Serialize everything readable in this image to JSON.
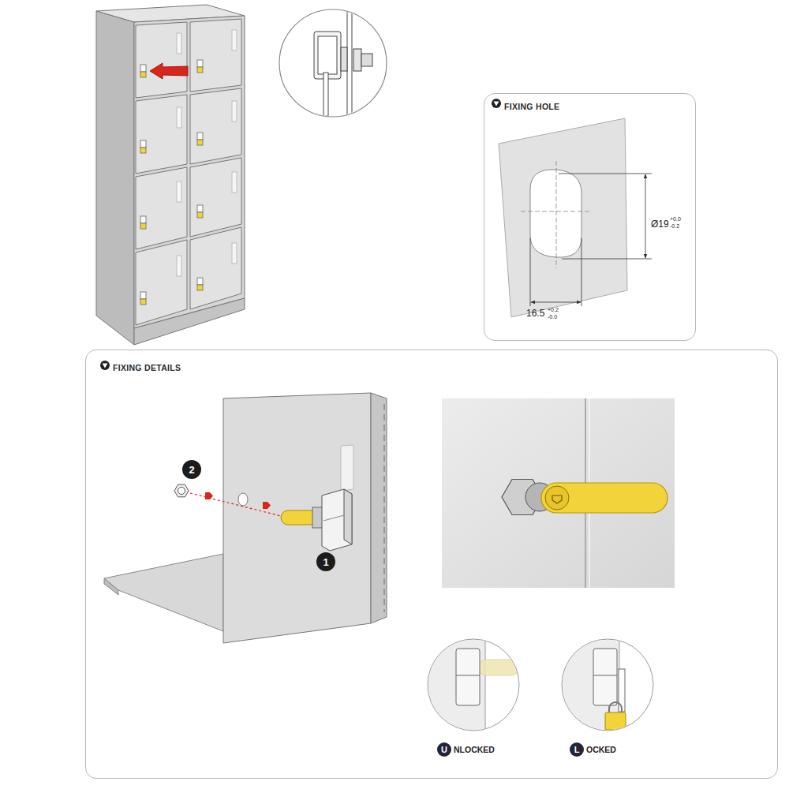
{
  "diagram": {
    "nodes": [
      {
        "text": [
          "FIXING HOLE"
        ]
      },
      {
        "text": [
          "FIXING DETAILS"
        ]
      },
      {
        "text": [
          "2"
        ],
        "in": 1
      },
      {
        "text": [
          "1"
        ],
        "in": 1
      },
      {
        "text": [
          "U"
        ],
        "in": 1
      },
      {
        "text": [
          "L"
        ],
        "in": 1
      }
    ],
    "labels": [
      "Ø19",
      "+0.0",
      "-0.2",
      "16.5",
      "+0.2",
      "-0.0",
      "NLOCKED",
      "OCKED"
    ]
  }
}
